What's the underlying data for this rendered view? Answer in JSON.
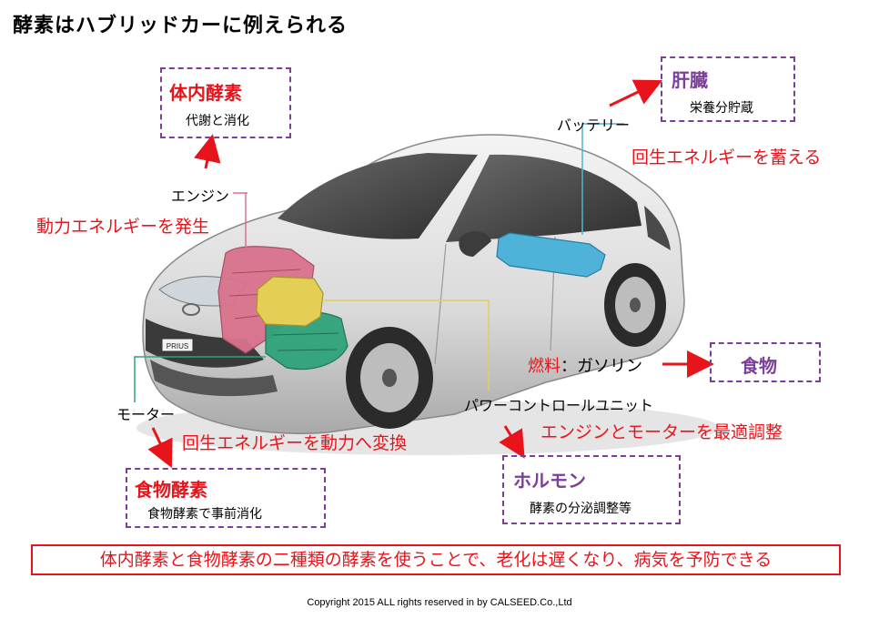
{
  "title": "酵素はハブリッドカーに例えられる",
  "boxes": {
    "body_enzyme": {
      "title": "体内酵素",
      "sub": "代謝と消化"
    },
    "liver": {
      "title": "肝臓",
      "sub": "栄養分貯蔵"
    },
    "food": {
      "title": "食物"
    },
    "food_enzyme": {
      "title": "食物酵素",
      "sub": "食物酵素で事前消化"
    },
    "hormone": {
      "title": "ホルモン",
      "sub": "酵素の分泌調整等"
    }
  },
  "labels": {
    "engine": "エンジン",
    "engine_desc": "動力エネルギーを発生",
    "battery": "バッテリー",
    "battery_desc": "回生エネルギーを蓄える",
    "fuel_prefix": "燃料",
    "fuel": "：ガソリン",
    "motor": "モーター",
    "motor_desc": "回生エネルギーを動力へ変換",
    "pcu": "パワーコントロールユニット",
    "pcu_desc": "エンジンとモーターを最適調整",
    "car_badge": "PRIUS"
  },
  "summary": "体内酵素と食物酵素の二種類の酵素を使うことで、老化は遅くなり、病気を予防できる",
  "copyright": "Copyright 2015 ALL rights  reserved in by CALSEED.Co.,Ltd",
  "colors": {
    "red": "#e8141b",
    "purple": "#7b3f98",
    "engine": "#d9728c",
    "motor": "#2fa37a",
    "pcu_unit": "#e3cf55",
    "battery": "#4fb3d9"
  }
}
